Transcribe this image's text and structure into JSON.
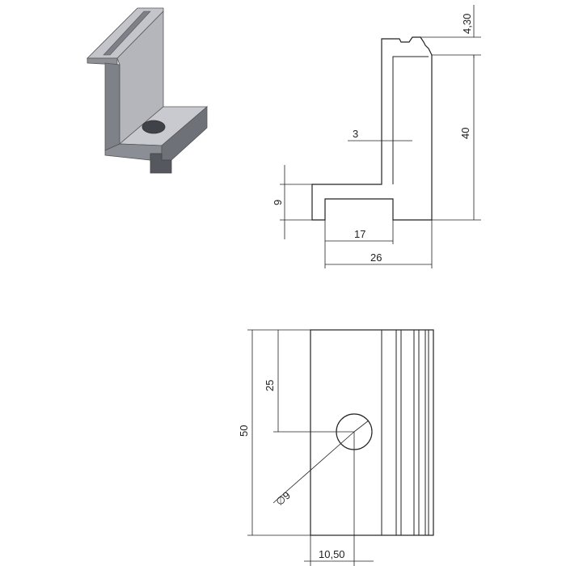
{
  "dimensions": {
    "groove_depth": "4,30",
    "height": "40",
    "wall_thickness": "3",
    "foot_height": "9",
    "foot_width": "17",
    "total_depth": "26",
    "length": "50",
    "hole_offset": "25",
    "hole_diameter": "∅9",
    "hole_edge_distance": "10,50"
  },
  "colors": {
    "line": "#222222",
    "metal_light": "#b9bbc0",
    "metal_mid": "#8d9096",
    "metal_dark": "#5d6067"
  }
}
